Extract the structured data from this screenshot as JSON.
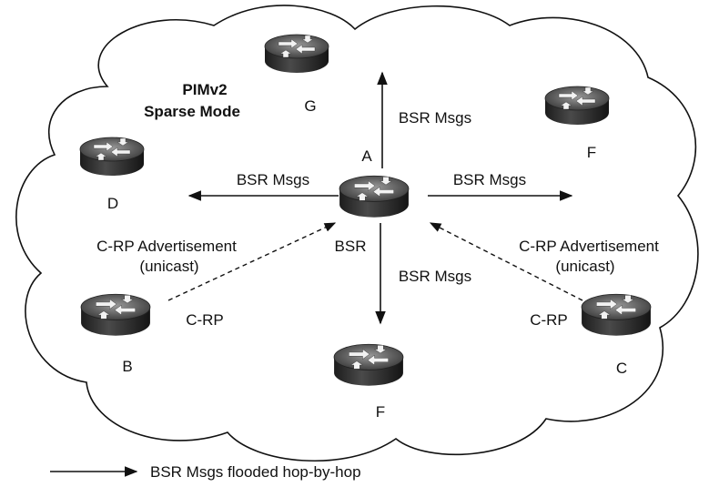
{
  "title": {
    "line1": "PIMv2",
    "line2": "Sparse Mode"
  },
  "routers": {
    "A": {
      "label": "A",
      "role": "BSR"
    },
    "B": {
      "label": "B",
      "role": "C-RP"
    },
    "C": {
      "label": "C",
      "role": "C-RP"
    },
    "D": {
      "label": "D"
    },
    "G": {
      "label": "G"
    },
    "F_top": {
      "label": "F"
    },
    "F_bottom": {
      "label": "F"
    }
  },
  "arrows": {
    "up": "BSR Msgs",
    "left": "BSR Msgs",
    "right": "BSR Msgs",
    "down": "BSR Msgs"
  },
  "advertisements": {
    "left": {
      "line1": "C-RP Advertisement",
      "line2": "(unicast)"
    },
    "right": {
      "line1": "C-RP Advertisement",
      "line2": "(unicast)"
    }
  },
  "legend": {
    "text": "BSR Msgs flooded hop-by-hop"
  }
}
